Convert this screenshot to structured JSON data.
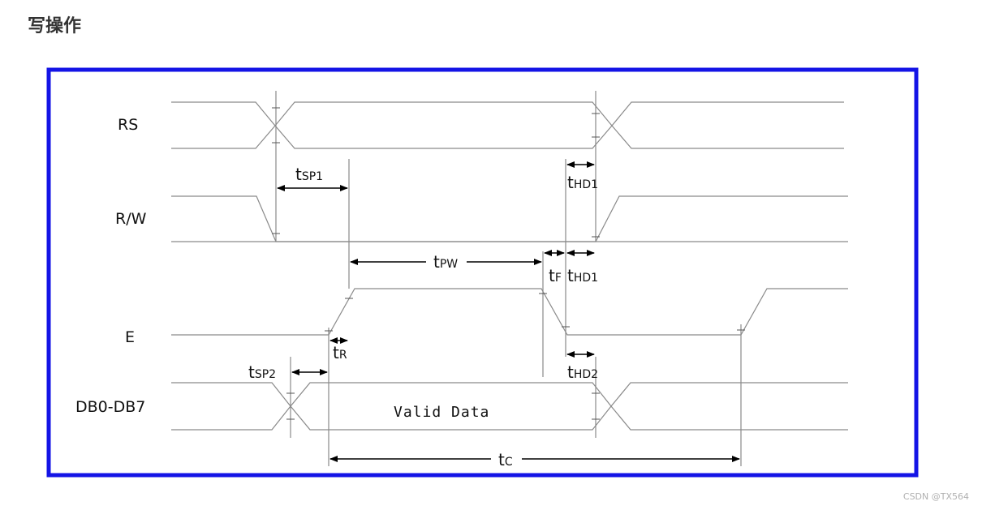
{
  "page": {
    "title": "写操作",
    "watermark": "CSDN @TX564"
  },
  "colors": {
    "frame_border": "#1414e6",
    "waveform": "#8a8a8a",
    "dimension": "#000000",
    "title_text": "#333333"
  },
  "diagram": {
    "signals": {
      "rs": "RS",
      "rw": "R/W",
      "e": "E",
      "db": "DB0-DB7"
    },
    "data_label": "Valid Data",
    "timings": {
      "tsp1": {
        "main": "t",
        "sub": "SP1"
      },
      "thd1_top": {
        "main": "t",
        "sub": "HD1"
      },
      "tpw": {
        "main": "t",
        "sub": "PW"
      },
      "tf": {
        "main": "t",
        "sub": "F"
      },
      "thd1_mid": {
        "main": "t",
        "sub": "HD1"
      },
      "tr": {
        "main": "t",
        "sub": "R"
      },
      "tsp2": {
        "main": "t",
        "sub": "SP2"
      },
      "thd2": {
        "main": "t",
        "sub": "HD2"
      },
      "tc": {
        "main": "t",
        "sub": "C"
      }
    }
  }
}
